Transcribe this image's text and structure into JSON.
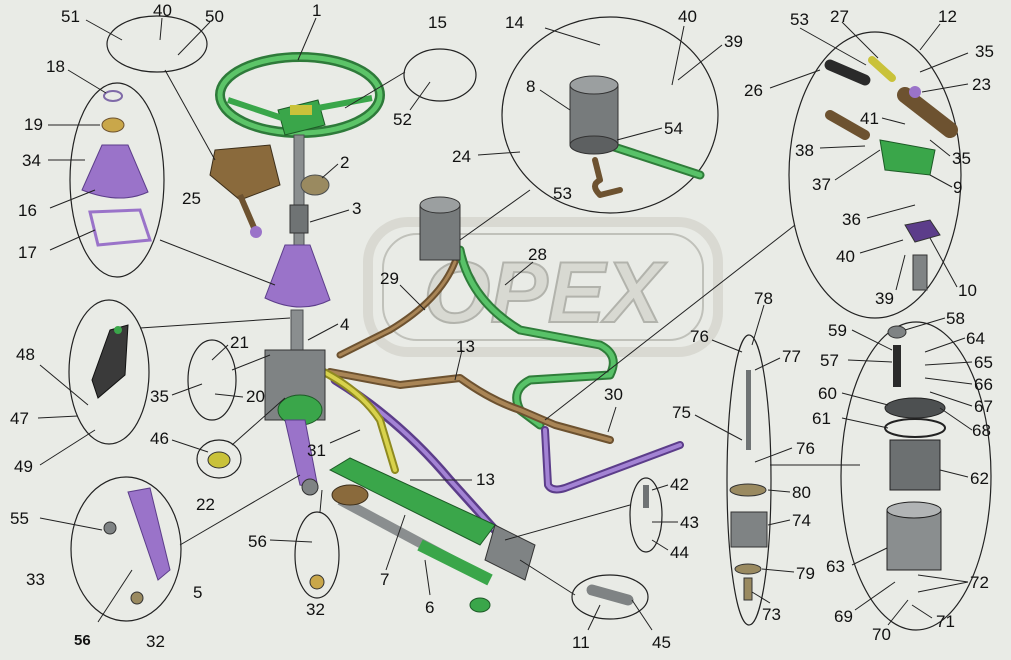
{
  "watermark": "OPEX",
  "colors": {
    "background": "#e9ebe6",
    "green": "#3aa64a",
    "purple": "#9a73c9",
    "brown": "#8a6a3c",
    "yellow": "#c9c23a",
    "grey": "#7f8384",
    "black": "#2a2a2a"
  },
  "labels": {
    "l1": "1",
    "l2": "2",
    "l3": "3",
    "l4": "4",
    "l5": "5",
    "l6": "6",
    "l7": "7",
    "l8": "8",
    "l9": "9",
    "l10": "10",
    "l11": "11",
    "l12": "12",
    "l13a": "13",
    "l13b": "13",
    "l14": "14",
    "l15": "15",
    "l16": "16",
    "l17": "17",
    "l18": "18",
    "l19": "19",
    "l20": "20",
    "l21": "21",
    "l22": "22",
    "l23": "23",
    "l24": "24",
    "l25": "25",
    "l26": "26",
    "l27": "27",
    "l28": "28",
    "l29": "29",
    "l30": "30",
    "l31": "31",
    "l32a": "32",
    "l32b": "32",
    "l33": "33",
    "l34": "34",
    "l35a": "35",
    "l35b": "35",
    "l35c": "35",
    "l36": "36",
    "l37": "37",
    "l38": "38",
    "l39a": "39",
    "l39b": "39",
    "l40a": "40",
    "l40b": "40",
    "l40c": "40",
    "l41": "41",
    "l42": "42",
    "l43": "43",
    "l44": "44",
    "l45": "45",
    "l46": "46",
    "l47": "47",
    "l48": "48",
    "l49": "49",
    "l50": "50",
    "l51": "51",
    "l52": "52",
    "l53a": "53",
    "l53b": "53",
    "l54": "54",
    "l55": "55",
    "l56a": "56",
    "l56b": "56",
    "l57": "57",
    "l58": "58",
    "l59": "59",
    "l60": "60",
    "l61": "61",
    "l62": "62",
    "l63": "63",
    "l64": "64",
    "l65": "65",
    "l66": "66",
    "l67": "67",
    "l68": "68",
    "l69": "69",
    "l70": "70",
    "l71": "71",
    "l72": "72",
    "l73": "73",
    "l74": "74",
    "l75": "75",
    "l76a": "76",
    "l76b": "76",
    "l77": "77",
    "l78": "78",
    "l79": "79",
    "l80": "80"
  }
}
